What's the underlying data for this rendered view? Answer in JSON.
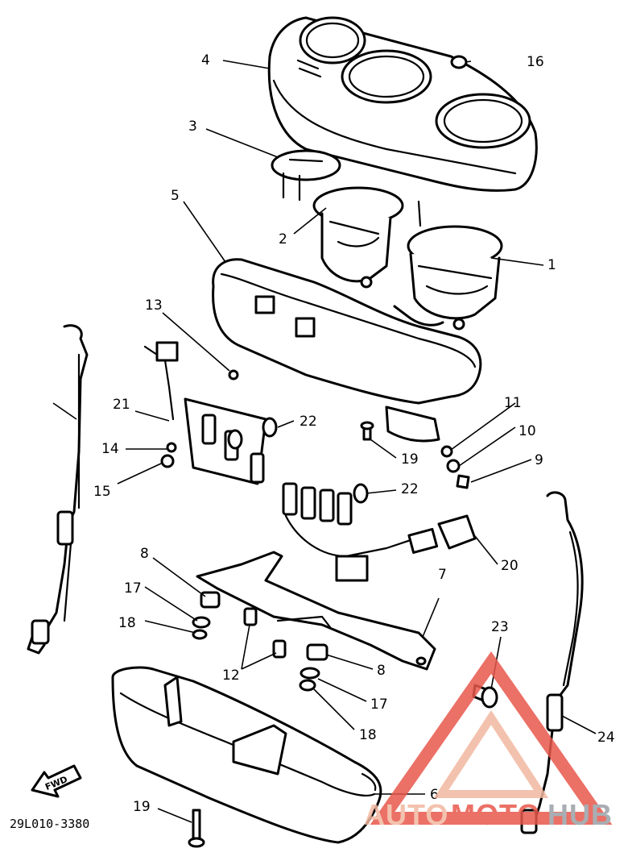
{
  "diagram_code": "29L010-3380",
  "fwd_label": "FWD",
  "watermark": {
    "part1": "AUTO",
    "part2": "MOTO",
    "part3": "HUB",
    "color_primary": "#e8584c",
    "color_secondary": "#f2b8a0",
    "color_dark": "#9aa0a6"
  },
  "callouts": [
    "1",
    "2",
    "3",
    "4",
    "5",
    "6",
    "7",
    "8",
    "9",
    "10",
    "11",
    "12",
    "13",
    "14",
    "15",
    "16",
    "17",
    "18",
    "19",
    "20",
    "21",
    "22",
    "23",
    "24"
  ]
}
